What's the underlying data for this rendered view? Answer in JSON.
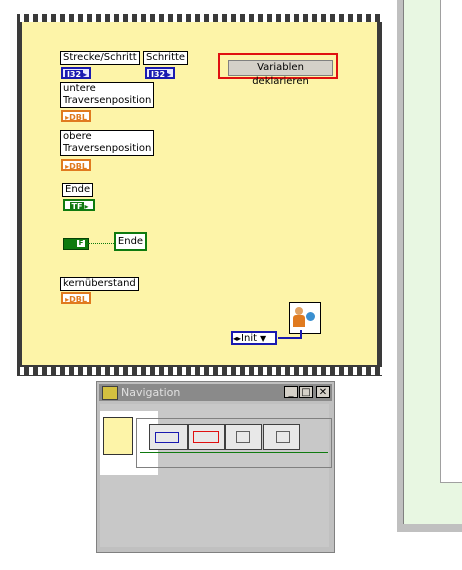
{
  "diagram": {
    "labels": {
      "strecke": "Strecke/Schritt",
      "schritte": "Schritte",
      "untere": "untere\nTraversenposition",
      "obere": "obere\nTraversenposition",
      "ende": "Ende",
      "ende_indicator": "Ende",
      "kern": "kernüberstand"
    },
    "terminals": {
      "i32": "I32",
      "dbl": "DBL",
      "tf": "TF"
    },
    "var_button": "Variablen deklarieren",
    "init_label": "Init"
  },
  "navigation": {
    "title": "Navigation",
    "minimize": "_",
    "maximize": "□",
    "close": "✕"
  },
  "colors": {
    "canvas": "#fdf4a8",
    "i32": "#1a1ab0",
    "dbl": "#e07a1f",
    "bool": "#0f7a0f",
    "highlight": "#e01010"
  }
}
